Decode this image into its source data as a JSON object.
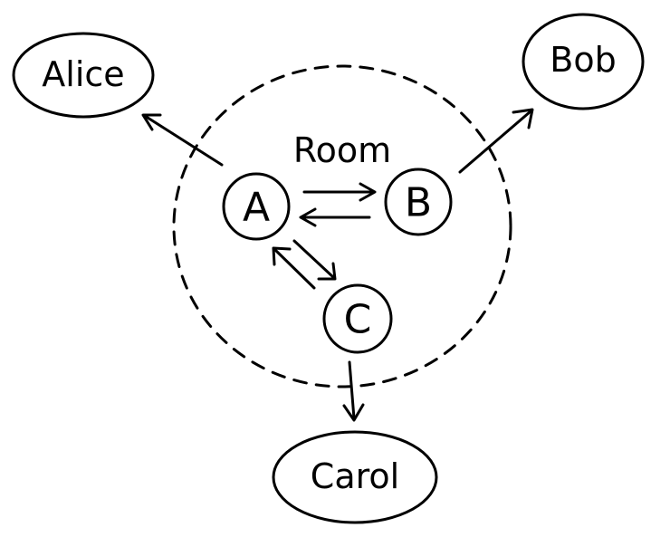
{
  "room": {
    "label": "Room"
  },
  "nodes": {
    "a": "A",
    "b": "B",
    "c": "C"
  },
  "users": {
    "alice": "Alice",
    "bob": "Bob",
    "carol": "Carol"
  },
  "colors": {
    "ink": "#000000",
    "background": "#ffffff"
  }
}
